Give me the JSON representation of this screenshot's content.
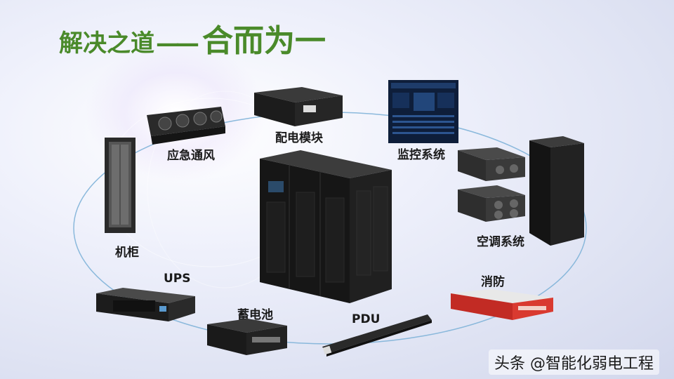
{
  "title": {
    "main": "解决之道",
    "dash": "——",
    "emphasis": "合而为一"
  },
  "labels": {
    "ventilation": "应急通风",
    "power_module": "配电模块",
    "monitoring": "监控系统",
    "cabinet": "机柜",
    "ac_system": "空调系统",
    "ups": "UPS",
    "battery": "蓄电池",
    "pdu": "PDU",
    "fire": "消防"
  },
  "watermark": "头条 @智能化弱电工程",
  "colors": {
    "title": "#4a8a2a",
    "ring": "#7fb3d8",
    "fire_unit": "#d93a30"
  }
}
